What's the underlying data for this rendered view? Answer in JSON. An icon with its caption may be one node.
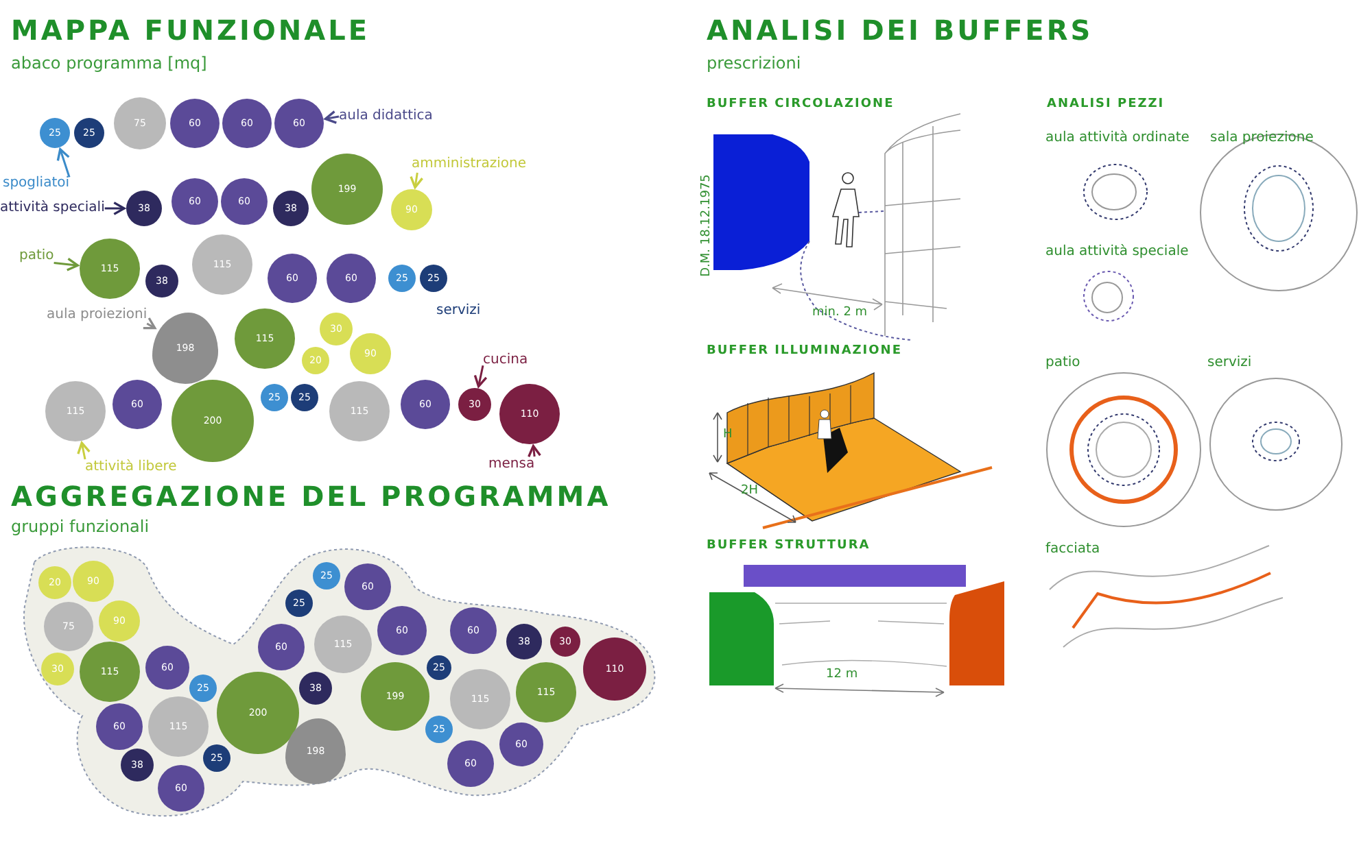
{
  "diagram": {
    "nodes": [
      {
        "text": [
          "25"
        ]
      },
      {
        "text": [
          "25"
        ]
      },
      {
        "text": [
          "75"
        ]
      },
      {
        "text": [
          "60"
        ]
      },
      {
        "text": [
          "60"
        ]
      },
      {
        "text": [
          "60"
        ]
      },
      {
        "text": [
          "aula didattica"
        ]
      },
      {
        "text": [
          "spogliatoi"
        ]
      },
      {
        "text": [
          "attività speciali"
        ]
      },
      {
        "text": [
          "38"
        ]
      },
      {
        "text": [
          "60"
        ]
      },
      {
        "text": [
          "60"
        ]
      },
      {
        "text": [
          "38"
        ]
      },
      {
        "text": [
          "199"
        ]
      },
      {
        "text": [
          "amministrazione"
        ]
      },
      {
        "text": [
          "90"
        ]
      },
      {
        "text": [
          "patio"
        ]
      },
      {
        "text": [
          "115"
        ]
      },
      {
        "text": [
          "38"
        ]
      },
      {
        "text": [
          "115"
        ]
      },
      {
        "text": [
          "60"
        ]
      },
      {
        "text": [
          "60"
        ]
      },
      {
        "text": [
          "25"
        ]
      },
      {
        "text": [
          "25"
        ]
      },
      {
        "text": [
          "aula proiezioni"
        ]
      },
      {
        "text": [
          "198"
        ]
      },
      {
        "text": [
          "115"
        ]
      },
      {
        "text": [
          "30"
        ]
      },
      {
        "text": [
          "20"
        ]
      },
      {
        "text": [
          "90"
        ]
      },
      {
        "text": [
          "cucina"
        ]
      },
      {
        "text": [
          "115"
        ]
      },
      {
        "text": [
          "60"
        ]
      },
      {
        "text": [
          "200"
        ]
      },
      {
        "text": [
          "25"
        ]
      },
      {
        "text": [
          "25"
        ]
      },
      {
        "text": [
          "115"
        ]
      },
      {
        "text": [
          "60"
        ]
      },
      {
        "text": [
          "30"
        ]
      },
      {
        "text": [
          "110"
        ]
      },
      {
        "text": [
          "attività libere"
        ]
      },
      {
        "text": [
          "mensa"
        ]
      },
      {
        "text": [],
        "shape": "cloud"
      },
      {
        "text": [
          "20"
        ],
        "in": 42
      },
      {
        "text": [
          "90"
        ],
        "in": 42
      },
      {
        "text": [
          "75"
        ],
        "in": 42
      },
      {
        "text": [
          "90"
        ],
        "in": 42
      },
      {
        "text": [
          "30"
        ],
        "in": 42
      },
      {
        "text": [
          "115"
        ],
        "in": 42
      },
      {
        "text": [
          "60"
        ],
        "in": 42
      },
      {
        "text": [
          "25"
        ],
        "in": 42
      },
      {
        "text": [
          "60"
        ],
        "in": 42
      },
      {
        "text": [
          "115"
        ],
        "in": 42
      },
      {
        "text": [
          "38"
        ],
        "in": 42
      },
      {
        "text": [
          "60"
        ],
        "in": 42
      },
      {
        "text": [
          "25"
        ],
        "in": 42
      },
      {
        "text": [
          "200"
        ],
        "in": 42
      },
      {
        "text": [
          "25"
        ],
        "in": 42
      },
      {
        "text": [
          "25"
        ],
        "in": 42
      },
      {
        "text": [
          "60"
        ],
        "in": 42
      },
      {
        "text": [
          "60"
        ],
        "in": 42
      },
      {
        "text": [
          "115"
        ],
        "in": 42
      },
      {
        "text": [
          "60"
        ],
        "in": 42
      },
      {
        "text": [
          "38"
        ],
        "in": 42
      },
      {
        "text": [
          "198"
        ],
        "in": 42
      },
      {
        "text": [
          "199"
        ],
        "in": 42
      },
      {
        "text": [
          "25"
        ],
        "in": 42
      },
      {
        "text": [
          "25"
        ],
        "in": 42
      },
      {
        "text": [
          "60"
        ],
        "in": 42
      },
      {
        "text": [
          "115"
        ],
        "in": 42
      },
      {
        "text": [
          "38"
        ],
        "in": 42
      },
      {
        "text": [
          "30"
        ],
        "in": 42
      },
      {
        "text": [
          "115"
        ],
        "in": 42
      },
      {
        "text": [
          "110"
        ],
        "in": 42
      },
      {
        "text": [
          "60"
        ],
        "in": 42
      },
      {
        "text": [
          "60"
        ],
        "in": 42
      }
    ],
    "edges": [
      {
        "from": 6,
        "to": 5,
        "arrow": "to",
        "color": "#4b4a8a"
      },
      {
        "from": 7,
        "to": 0,
        "arrow": "to",
        "color": "#3b8bc9"
      },
      {
        "from": 8,
        "to": 9,
        "arrow": "to",
        "color": "#2e2a5e"
      },
      {
        "from": 14,
        "to": 15,
        "arrow": "to",
        "color": "#c9cf40"
      },
      {
        "from": 16,
        "to": 17,
        "arrow": "to",
        "color": "#6f9a3b"
      },
      {
        "from": 24,
        "to": 25,
        "arrow": "to",
        "color": "#8c8c8c"
      },
      {
        "from": 30,
        "to": 38,
        "arrow": "to",
        "color": "#7b1f42"
      },
      {
        "from": 40,
        "to": 31,
        "arrow": "to",
        "color": "#c9cf40"
      },
      {
        "from": 41,
        "to": 39,
        "arrow": "to",
        "color": "#7b1f42"
      }
    ],
    "labels": [
      "MAPPA FUNZIONALE",
      "abaco programma [mq]",
      "servizi",
      "AGGREGAZIONE DEL PROGRAMMA",
      "gruppi funzionali",
      "ANALISI DEI BUFFERS",
      "prescrizioni",
      "BUFFER CIRCOLAZIONE",
      "D.M. 18.12.1975",
      "min. 2 m",
      "BUFFER ILLUMINAZIONE",
      "H",
      "2H",
      "BUFFER STRUTTURA",
      "12 m",
      "ANALISI PEZZI",
      "aula attività ordinate",
      "sala proiezione",
      "aula attività speciale",
      "patio",
      "servizi",
      "facciata"
    ]
  }
}
